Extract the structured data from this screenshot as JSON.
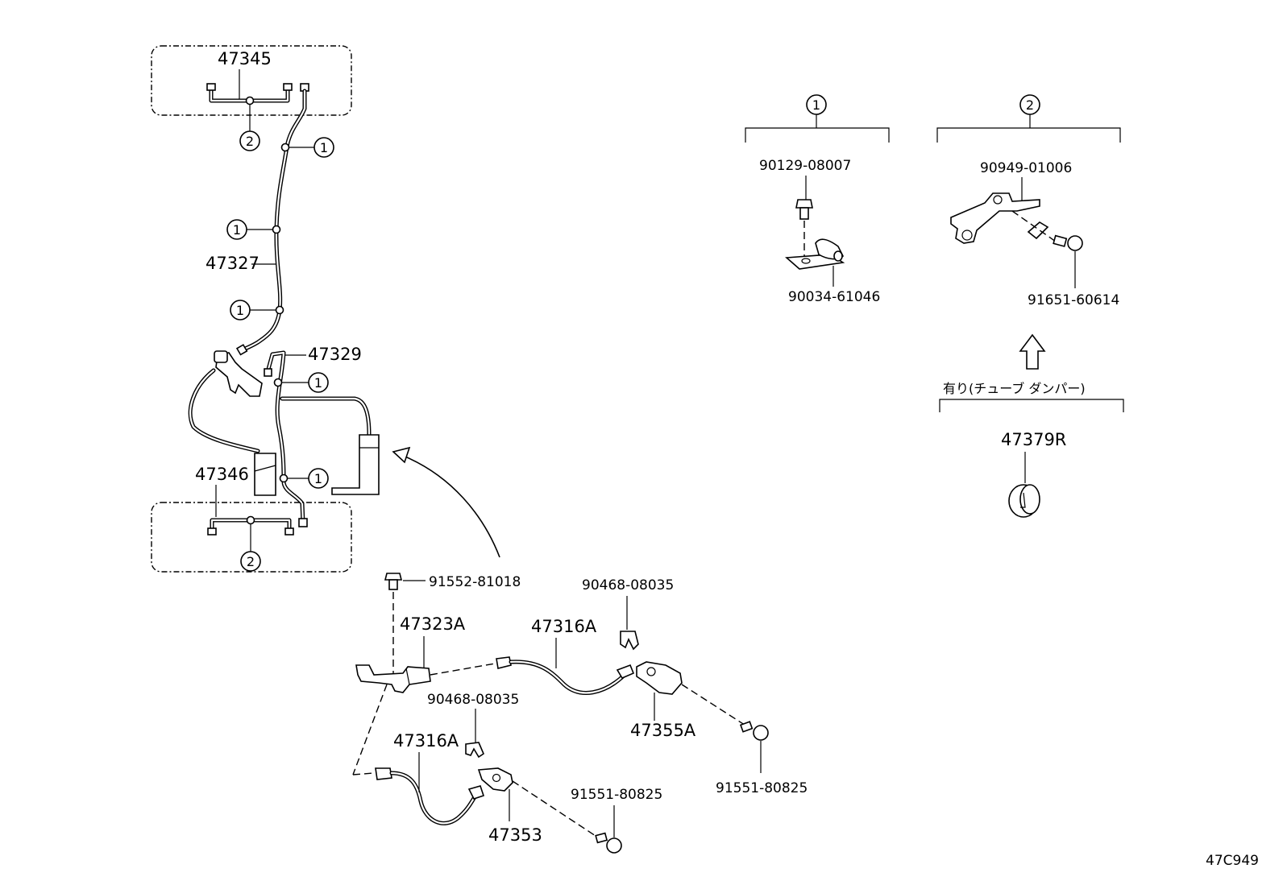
{
  "diagram_code": "47C949",
  "callouts": {
    "c1": "1",
    "c2": "2"
  },
  "parts": {
    "p47345": "47345",
    "p47327": "47327",
    "p47329": "47329",
    "p47346": "47346",
    "p91552_81018": "91552-81018",
    "p47323A": "47323A",
    "p47316A_upper": "47316A",
    "p47316A_lower": "47316A",
    "p90468_08035_upper": "90468-08035",
    "p90468_08035_lower": "90468-08035",
    "p47355A": "47355A",
    "p47353": "47353",
    "p91551_80825_left": "91551-80825",
    "p91551_80825_right": "91551-80825",
    "p90129_08007": "90129-08007",
    "p90034_61046": "90034-61046",
    "p90949_01006": "90949-01006",
    "p91651_60614": "91651-60614",
    "p47379R": "47379R"
  },
  "notes": {
    "tube_damper": "有り(チューブ ダンパー)"
  }
}
